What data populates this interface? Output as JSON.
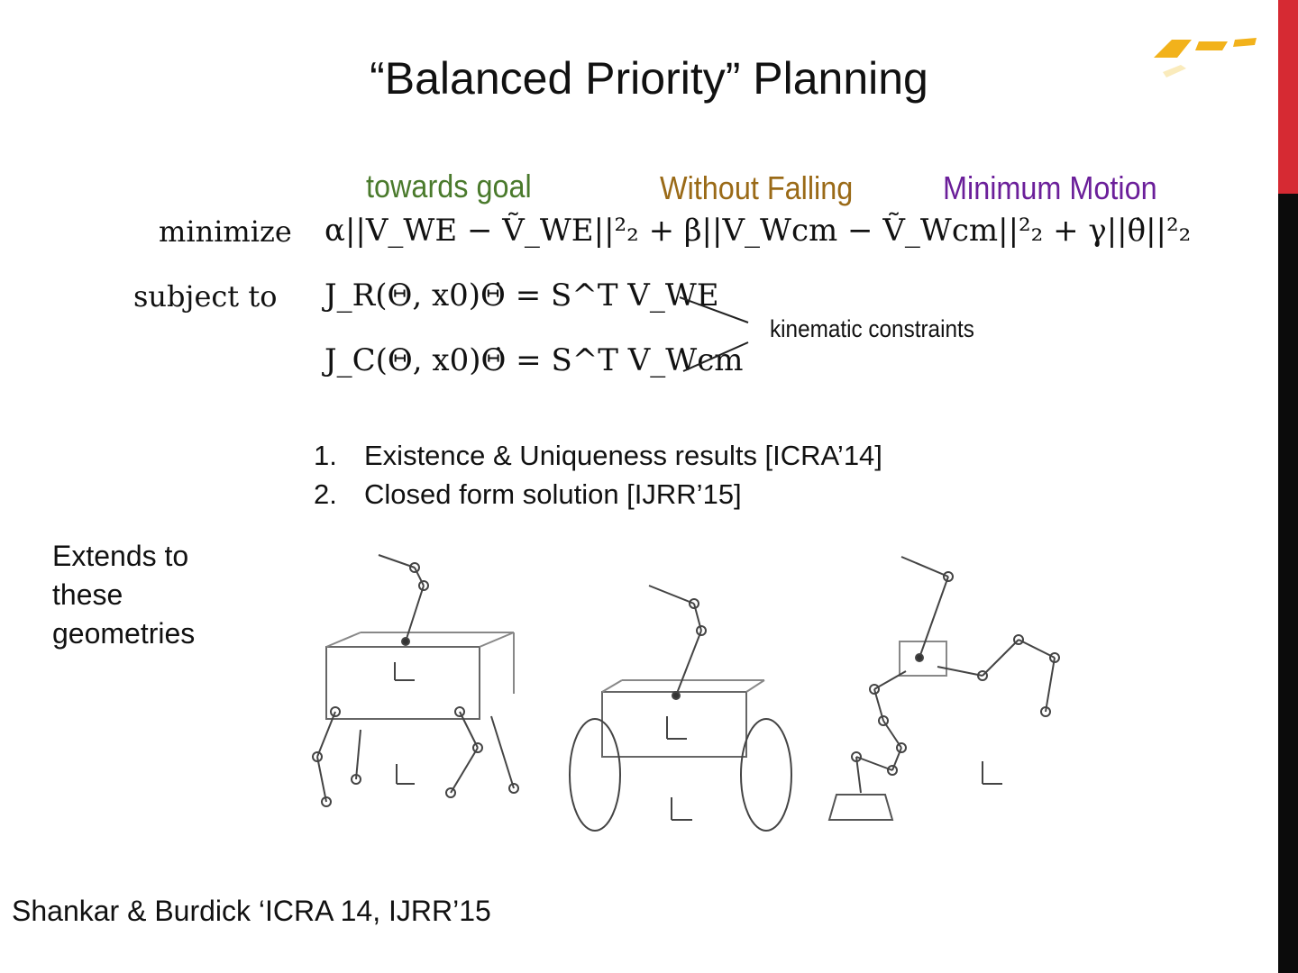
{
  "slide": {
    "title": "“Balanced Priority” Planning",
    "objective_tags": {
      "goal": "towards goal",
      "falling": "Without Falling",
      "motion": "Minimum Motion"
    },
    "formulation": {
      "minimize_label": "minimize",
      "subject_to_label": "subject to",
      "objective": "α||V_WE − Ṽ_WE||²₂ + β||V_Wcm − Ṽ_Wcm||²₂ + γ||θ̇||²₂",
      "constraint_1": "J_R(Θ, x0)Θ̇ = S^T V_WE",
      "constraint_2": "J_C(Θ, x0)Θ̇ = S^T V_Wcm",
      "constraint_note": "kinematic constraints"
    },
    "results": [
      {
        "num": "1.",
        "text": "Existence & Uniqueness results [ICRA’14]"
      },
      {
        "num": "2.",
        "text": "Closed form solution [IJRR’15]"
      }
    ],
    "extends_note": "Extends to these geometries",
    "citation": "Shankar & Burdick ‘ICRA 14, IJRR’15",
    "colors": {
      "goal": "#4a7a2c",
      "falling": "#9a6a17",
      "motion": "#6b1f9a",
      "side_red": "#d62a33",
      "side_black": "#0b0b0b",
      "logo": "#f2b21b"
    }
  }
}
